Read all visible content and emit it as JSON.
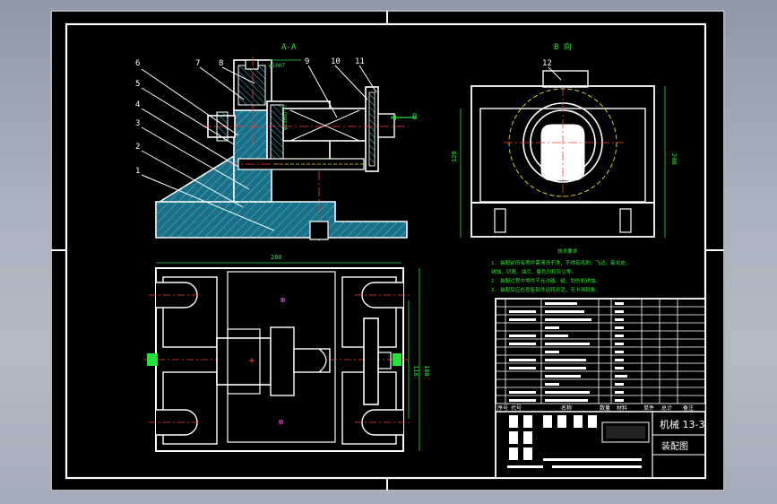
{
  "app": {
    "title": "机械 13-3 装配图",
    "background_top": "#8e99a8",
    "background_bottom": "#a3acb9"
  },
  "colors": {
    "paper": "#000000",
    "outline": "#ffffff",
    "hatch": "#35c8e6",
    "dimension": "#22e23a",
    "note_text": "#29e629",
    "center_line": "#ff3a3a",
    "hidden_line": "#e6e61a",
    "marker": "#ff44ff"
  },
  "views": {
    "section_label": "A-A",
    "side_view_label": "B 向",
    "arrow_label": "B"
  },
  "balloons": [
    "1",
    "2",
    "3",
    "4",
    "5",
    "6",
    "7",
    "8",
    "9",
    "10",
    "11",
    "12"
  ],
  "dimensions": {
    "top_overall": "280",
    "side_height_left": "120",
    "side_height_right": "200",
    "plan_inner": "110",
    "plan_outer": "180"
  },
  "notes": {
    "heading": "技术要求",
    "lines": [
      "1. 装配前所有零件需清洗干净，不得有毛刺、飞边、氧化皮、",
      "锈蚀、切屑、油污、着色剂和灰尘等。",
      "2. 装配过程中零件不允许磕、碰、划伤和锈蚀。",
      "3. 装配后应检查各部件运转灵活，无卡滞现象。"
    ]
  },
  "title_block": {
    "drawing_name": "机械 13-3",
    "drawing_type": "装配图",
    "header_cols": [
      "序号",
      "代号",
      "名称",
      "数量",
      "材料",
      "单件",
      "总计",
      "备注"
    ]
  },
  "icons": [
    "cross-marker-icon"
  ]
}
